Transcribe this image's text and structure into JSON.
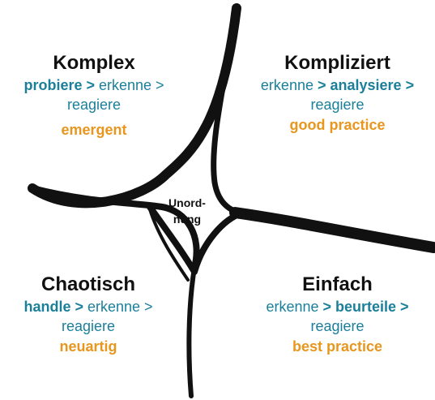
{
  "colors": {
    "title": "#111111",
    "action": "#1b7f9a",
    "practice": "#e8961e",
    "stroke": "#111111"
  },
  "center": {
    "line1": "Unord-",
    "line2": "nung"
  },
  "domains": {
    "komplex": {
      "title": "Komplex",
      "l1a": "probiere >",
      "l1b": " erkenne >",
      "l2": "reagiere",
      "practice": "emergent"
    },
    "kompliziert": {
      "title": "Kompliziert",
      "l1a": "erkenne",
      "l1b": " > analysiere >",
      "l2": "reagiere",
      "practice": "good practice"
    },
    "chaotisch": {
      "title": "Chaotisch",
      "l1a": "handle >",
      "l1b": " erkenne >",
      "l2": "reagiere",
      "practice": "neuartig"
    },
    "einfach": {
      "title": "Einfach",
      "l1a": "erkenne",
      "l1b": " > beurteile >",
      "l2": "reagiere",
      "practice": "best practice"
    }
  }
}
